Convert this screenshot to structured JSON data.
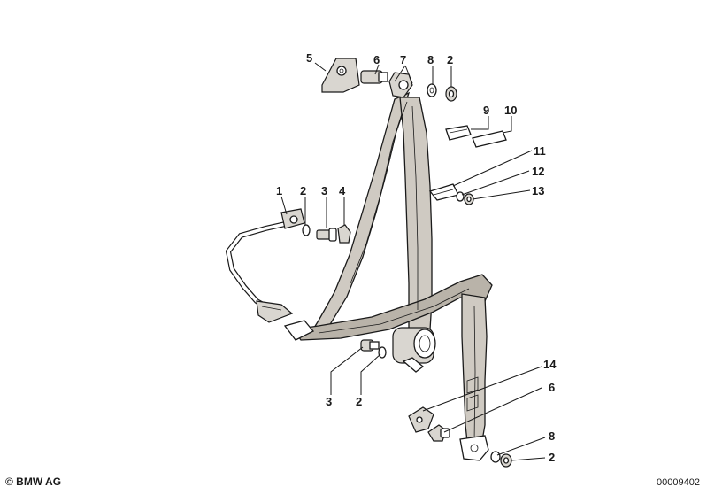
{
  "callouts": [
    {
      "id": "c5a",
      "label": "5"
    },
    {
      "id": "c6a",
      "label": "6"
    },
    {
      "id": "c7",
      "label": "7"
    },
    {
      "id": "c8a",
      "label": "8"
    },
    {
      "id": "c2a",
      "label": "2"
    },
    {
      "id": "c9",
      "label": "9"
    },
    {
      "id": "c10",
      "label": "10"
    },
    {
      "id": "c11",
      "label": "11"
    },
    {
      "id": "c12",
      "label": "12"
    },
    {
      "id": "c13",
      "label": "13"
    },
    {
      "id": "c1",
      "label": "1"
    },
    {
      "id": "c2b",
      "label": "2"
    },
    {
      "id": "c3a",
      "label": "3"
    },
    {
      "id": "c4",
      "label": "4"
    },
    {
      "id": "c3b",
      "label": "3"
    },
    {
      "id": "c2c",
      "label": "2"
    },
    {
      "id": "c14",
      "label": "14"
    },
    {
      "id": "c6b",
      "label": "6"
    },
    {
      "id": "c8b",
      "label": "8"
    },
    {
      "id": "c2d",
      "label": "2"
    }
  ],
  "footer": {
    "copyright": "© BMW AG",
    "diagram_number": "00009402"
  }
}
